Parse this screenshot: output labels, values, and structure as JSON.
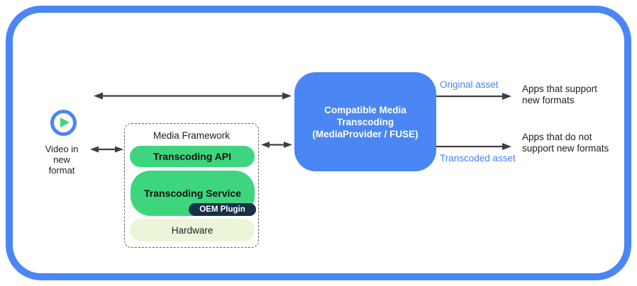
{
  "source": {
    "icon": "play-icon",
    "label": "Video in\nnew\nformat"
  },
  "media_framework": {
    "title": "Media Framework",
    "layers": {
      "api": "Transcoding API",
      "service": "Transcoding Service",
      "plugin": "OEM Plugin",
      "hardware": "Hardware"
    }
  },
  "transcoder": {
    "label": "Compatible Media\nTranscoding\n(MediaProvider / FUSE)"
  },
  "outputs": {
    "original": {
      "arrow_label": "Original asset",
      "target": "Apps that support\nnew formats"
    },
    "transcoded": {
      "arrow_label": "Transcoded asset",
      "target": "Apps that do not\nsupport new formats"
    }
  },
  "colors": {
    "accent_blue": "#4a86f4",
    "label_blue": "#4285f4",
    "layer_green": "#3ed57f",
    "plugin_navy": "#16304a",
    "hardware_cream": "#edf5d8",
    "arrow_gray": "#3c4043"
  }
}
